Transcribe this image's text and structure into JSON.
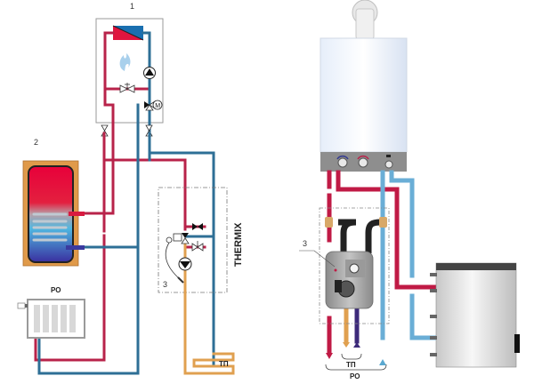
{
  "colors": {
    "hot": "#b8234a",
    "cold": "#2e6f96",
    "cold_light": "#6aaed6",
    "floor": "#e0a050",
    "purple": "#3c2a7a",
    "tank_jacket": "#e09a4a",
    "dash": "#777777"
  },
  "left_schematic": {
    "boiler_label": "1",
    "tank_label": "2",
    "group_label": "3",
    "radiator_label": "РО",
    "floor_label": "ТП",
    "group_name": "THERMIX",
    "icons": [
      "heat-exchanger-icon",
      "flame-icon",
      "pump-icon",
      "three-way-valve-icon",
      "motor-icon",
      "ball-valve-icon",
      "thermostatic-valve-icon"
    ]
  },
  "right_illustration": {
    "group_label": "3",
    "floor_label": "ТП",
    "radiator_label": "РО"
  }
}
